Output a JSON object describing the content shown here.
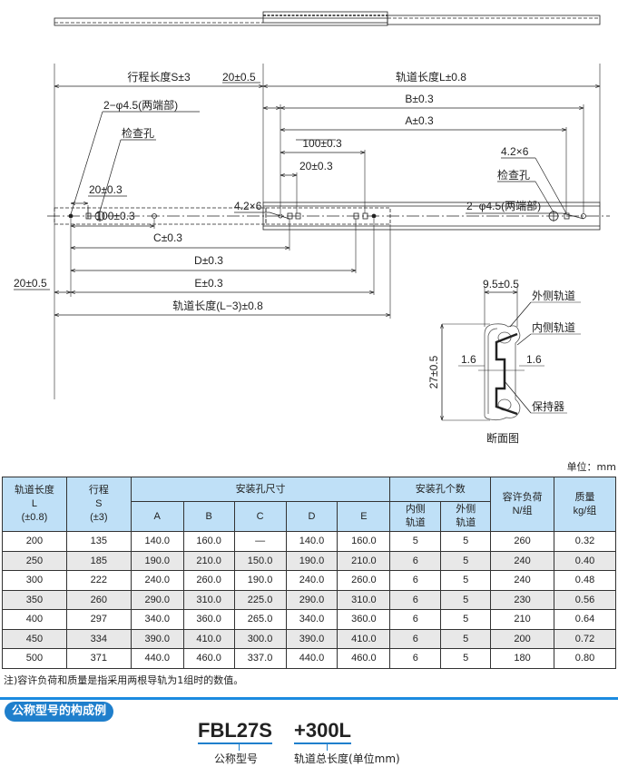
{
  "drawing": {
    "stroke_length": "行程长度S±3",
    "rail_length": "轨道长度L±0.8",
    "offset_top": "20±0.5",
    "dim_b": "B±0.3",
    "dim_a": "A±0.3",
    "dim_100_top": "100±0.3",
    "dim_20_top": "20±0.3",
    "hole_left_top": "2−φ4.5(两端部)",
    "inspect_left": "检查孔",
    "inspect_right": "检查孔",
    "slot_right": "4.2×6",
    "dim_20_bottom": "20±0.3",
    "dim_100_bottom": "100±0.3",
    "dim_c": "C±0.3",
    "dim_d": "D±0.3",
    "dim_e": "E±0.3",
    "offset_bottom": "20±0.5",
    "rail_length_short": "轨道长度(L−3)±0.8",
    "slot_bottom": "4.2×6",
    "hole_right_bottom": "2−φ4.5(两端部)"
  },
  "section": {
    "width": "9.5±0.5",
    "height": "27±0.5",
    "outer_rail": "外侧轨道",
    "inner_rail": "内侧轨道",
    "thick_left": "1.6",
    "thick_right": "1.6",
    "retainer": "保持器",
    "caption": "断面图"
  },
  "table": {
    "unit": "单位：mm",
    "headers": {
      "rail_length": [
        "轨道长度",
        "L",
        "(±0.8)"
      ],
      "stroke": [
        "行程",
        "S",
        "(±3)"
      ],
      "mount_hole_dims": "安装孔尺寸",
      "dims": [
        "A",
        "B",
        "C",
        "D",
        "E"
      ],
      "mount_hole_count": "安装孔个数",
      "inner_rail": [
        "内侧",
        "轨道"
      ],
      "outer_rail": [
        "外侧",
        "轨道"
      ],
      "load": [
        "容许负荷",
        "N/组"
      ],
      "mass": [
        "质量",
        "kg/组"
      ]
    },
    "rows": [
      [
        "200",
        "135",
        "140.0",
        "160.0",
        "—",
        "140.0",
        "160.0",
        "5",
        "5",
        "260",
        "0.32"
      ],
      [
        "250",
        "185",
        "190.0",
        "210.0",
        "150.0",
        "190.0",
        "210.0",
        "6",
        "5",
        "240",
        "0.40"
      ],
      [
        "300",
        "222",
        "240.0",
        "260.0",
        "190.0",
        "240.0",
        "260.0",
        "6",
        "5",
        "240",
        "0.48"
      ],
      [
        "350",
        "260",
        "290.0",
        "310.0",
        "225.0",
        "290.0",
        "310.0",
        "6",
        "5",
        "230",
        "0.56"
      ],
      [
        "400",
        "297",
        "340.0",
        "360.0",
        "265.0",
        "340.0",
        "360.0",
        "6",
        "5",
        "210",
        "0.64"
      ],
      [
        "450",
        "334",
        "390.0",
        "410.0",
        "300.0",
        "390.0",
        "410.0",
        "6",
        "5",
        "200",
        "0.72"
      ],
      [
        "500",
        "371",
        "440.0",
        "460.0",
        "337.0",
        "440.0",
        "460.0",
        "6",
        "5",
        "180",
        "0.80"
      ]
    ],
    "note": "注)容许负荷和质量是指采用两根导轨为1组时的数值。"
  },
  "model_example": {
    "title": "公称型号的构成例",
    "part1": "FBL27S",
    "part2": "+300L",
    "label1": "公称型号",
    "label2": "轨道总长度(单位mm)"
  },
  "colors": {
    "accent": "#1f7fcc",
    "header_bg": "#bfe0f7",
    "row_alt": "#e8e8e8"
  }
}
